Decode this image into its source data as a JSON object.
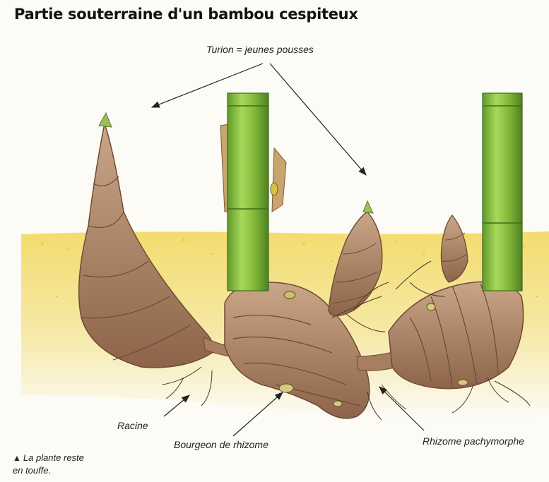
{
  "title": "Partie souterraine d'un bambou cespiteux",
  "labels": {
    "turion": "Turion = jeunes pousses",
    "racine": "Racine",
    "bourgeon": "Bourgeon de rhizome",
    "rhizome": "Rhizome pachymorphe"
  },
  "note": {
    "marker": "▲",
    "line1": "La plante reste",
    "line2": "en touffe."
  },
  "colors": {
    "soil": "#f0d765",
    "rhizome": "#b7906f",
    "rhizome_dark": "#7f5a41",
    "culm": "#8cc43a",
    "culm_dark": "#4f8a24",
    "bud": "#c9a15c"
  }
}
